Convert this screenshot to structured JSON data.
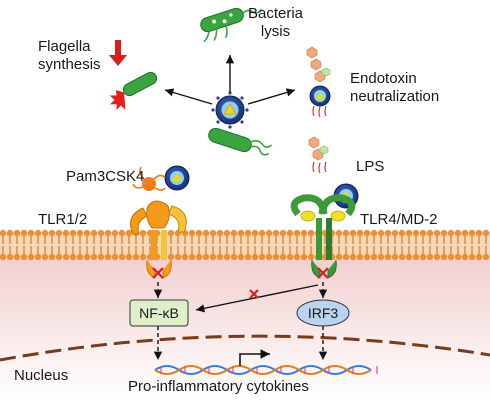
{
  "labels": {
    "bacteria_lysis": [
      "Bacteria",
      "lysis"
    ],
    "flagella_synthesis": [
      "Flagella",
      "synthesis"
    ],
    "endotoxin_neutralization": [
      "Endotoxin",
      "neutralization"
    ],
    "pam3csk4": "Pam3CSK4",
    "lps": "LPS",
    "tlr12": "TLR1/2",
    "tlr4md2": "TLR4/MD-2",
    "nfkb": "NF-κB",
    "irf3": "IRF3",
    "nucleus": "Nucleus",
    "cytokines": "Pro-inflammatory cytokines"
  },
  "colors": {
    "membrane_head": "#e8913a",
    "membrane_tail": "#c46a1c",
    "cytoplasm": "#f6dede",
    "bacteria": "#3aa540",
    "bacteria_dark": "#1e6e24",
    "tlr12_orange": "#f29a1a",
    "tlr4_green": "#3e9a38",
    "md2_yellow": "#f0df2a",
    "nanoparticle_blue": "#203f8c",
    "nfkb_fill": "#dff0c9",
    "irf3_fill": "#b9d3f1",
    "inhibit_red": "#d81e1e",
    "nucleus_line": "#7a3b1b"
  }
}
